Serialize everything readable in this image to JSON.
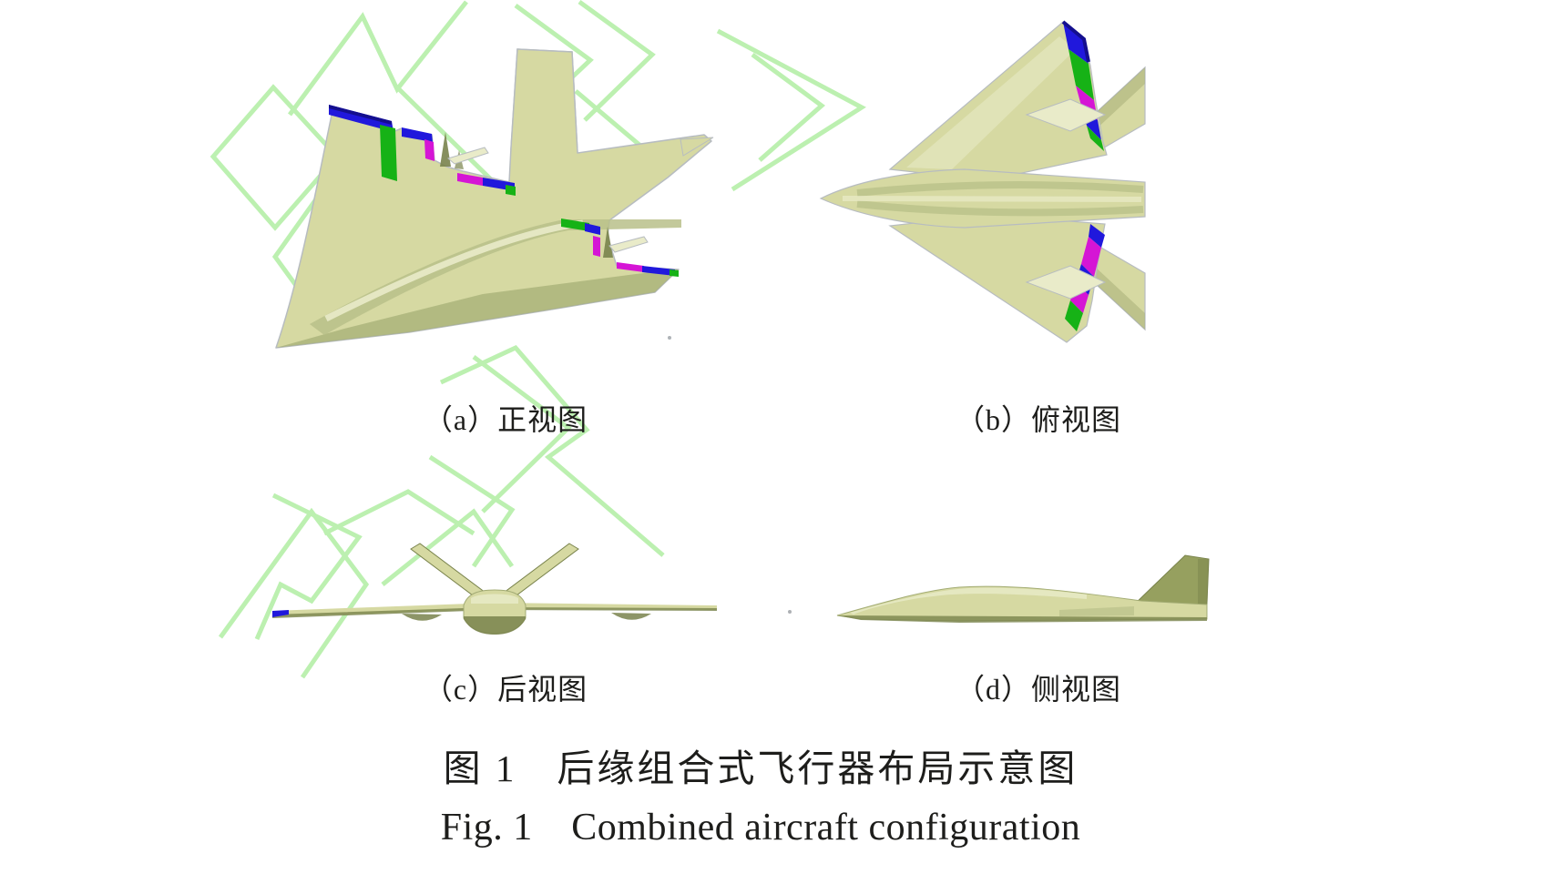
{
  "figure": {
    "subfigures": [
      {
        "id": "a",
        "label": "（a）正视图"
      },
      {
        "id": "b",
        "label": "（b）俯视图"
      },
      {
        "id": "c",
        "label": "（c）后视图"
      },
      {
        "id": "d",
        "label": "（d）侧视图"
      }
    ],
    "caption_zh": "图 1　后缘组合式飞行器布局示意图",
    "caption_en": "Fig. 1 Combined aircraft configuration"
  },
  "colors": {
    "background": "#ffffff",
    "text": "#1d1d1b",
    "watermark": "#b5efa8",
    "body": "#d6d9a2",
    "body_light": "#e9ebc9",
    "body_mid": "#b9c08a",
    "body_shadow": "#a3ac74",
    "body_dark": "#79834c",
    "fin": "#96a05f",
    "outline": "#b7bcc0",
    "edge_blue": "#2018dc",
    "edge_navy": "#140f8e",
    "edge_green": "#16b216",
    "edge_magenta": "#d515d5"
  }
}
